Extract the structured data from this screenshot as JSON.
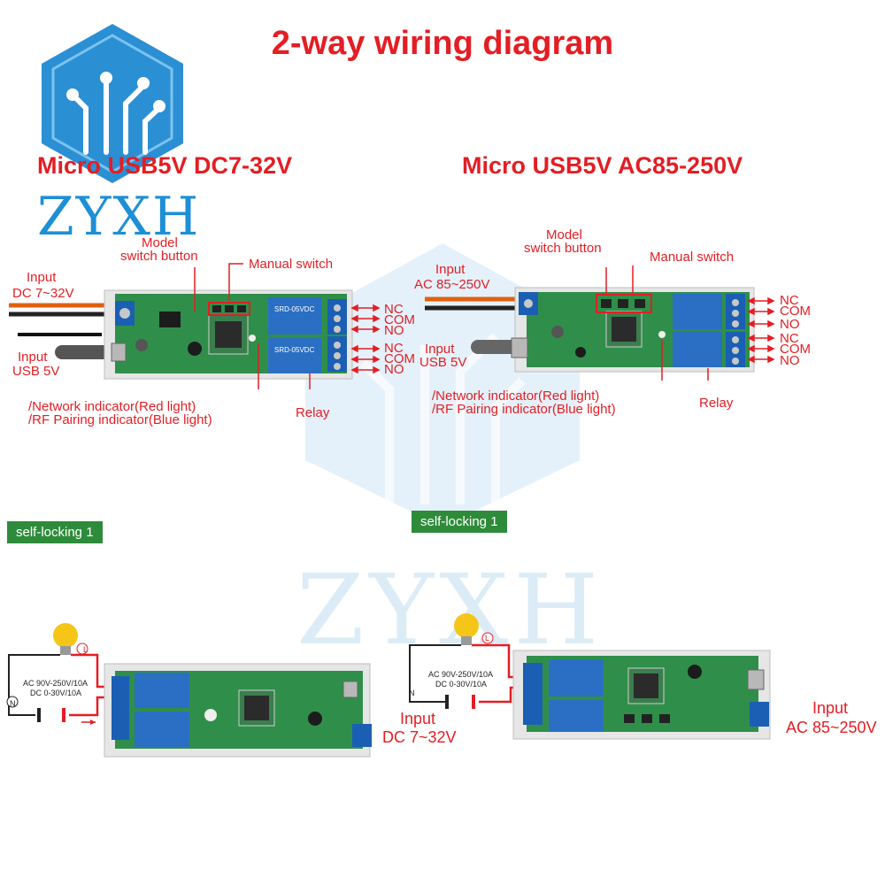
{
  "title": "2-way wiring diagram",
  "brand": {
    "logo_text": "ZYXH",
    "watermark_text": "ZYXH"
  },
  "left_panel": {
    "subtitle": "Micro USB5V DC7-32V",
    "model_button_line1": "Model",
    "model_button_line2": "switch button",
    "manual_switch": "Manual switch",
    "input_dc_line1": "Input",
    "input_dc_line2": "DC 7~32V",
    "input_usb_line1": "Input",
    "input_usb_line2": "USB 5V",
    "network_indicator": "/Network indicator(Red light)",
    "rf_indicator": "/RF Pairing indicator(Blue light)",
    "relay": "Relay",
    "terminals": [
      "NC",
      "COM",
      "NO",
      "NC",
      "COM",
      "NO"
    ]
  },
  "right_panel": {
    "subtitle": "Micro USB5V AC85-250V",
    "model_button_line1": "Model",
    "model_button_line2": "switch button",
    "manual_switch": "Manual switch",
    "input_ac_line1": "Input",
    "input_ac_line2": "AC 85~250V",
    "input_usb_line1": "Input",
    "input_usb_line2": "USB 5V",
    "network_indicator": "/Network indicator(Red light)",
    "rf_indicator": "/RF Pairing indicator(Blue light)",
    "relay": "Relay",
    "terminals": [
      "NC",
      "COM",
      "NO",
      "NC",
      "COM",
      "NO"
    ]
  },
  "mode_tags": {
    "left": "self-locking 1",
    "right": "self-locking 1"
  },
  "wiring_left": {
    "load_line1": "AC 90V-250V/10A",
    "load_line2": "DC 0-30V/10A",
    "live_mark": "L",
    "neutral_mark": "N",
    "input_line1": "Input",
    "input_line2": "DC 7~32V"
  },
  "wiring_right": {
    "load_line1": "AC 90V-250V/10A",
    "load_line2": "DC 0-30V/10A",
    "live_mark": "L",
    "neutral_mark": "N",
    "input_line1": "Input",
    "input_line2": "AC 85~250V"
  },
  "colors": {
    "accent_red": "#e31e24",
    "tag_green": "#2e8b3a",
    "brand_blue": "#1d8fd6",
    "relay_blue": "#2a6fc4",
    "pcb_green": "#2f8f4a",
    "terminal_blue": "#1a5fb4"
  }
}
